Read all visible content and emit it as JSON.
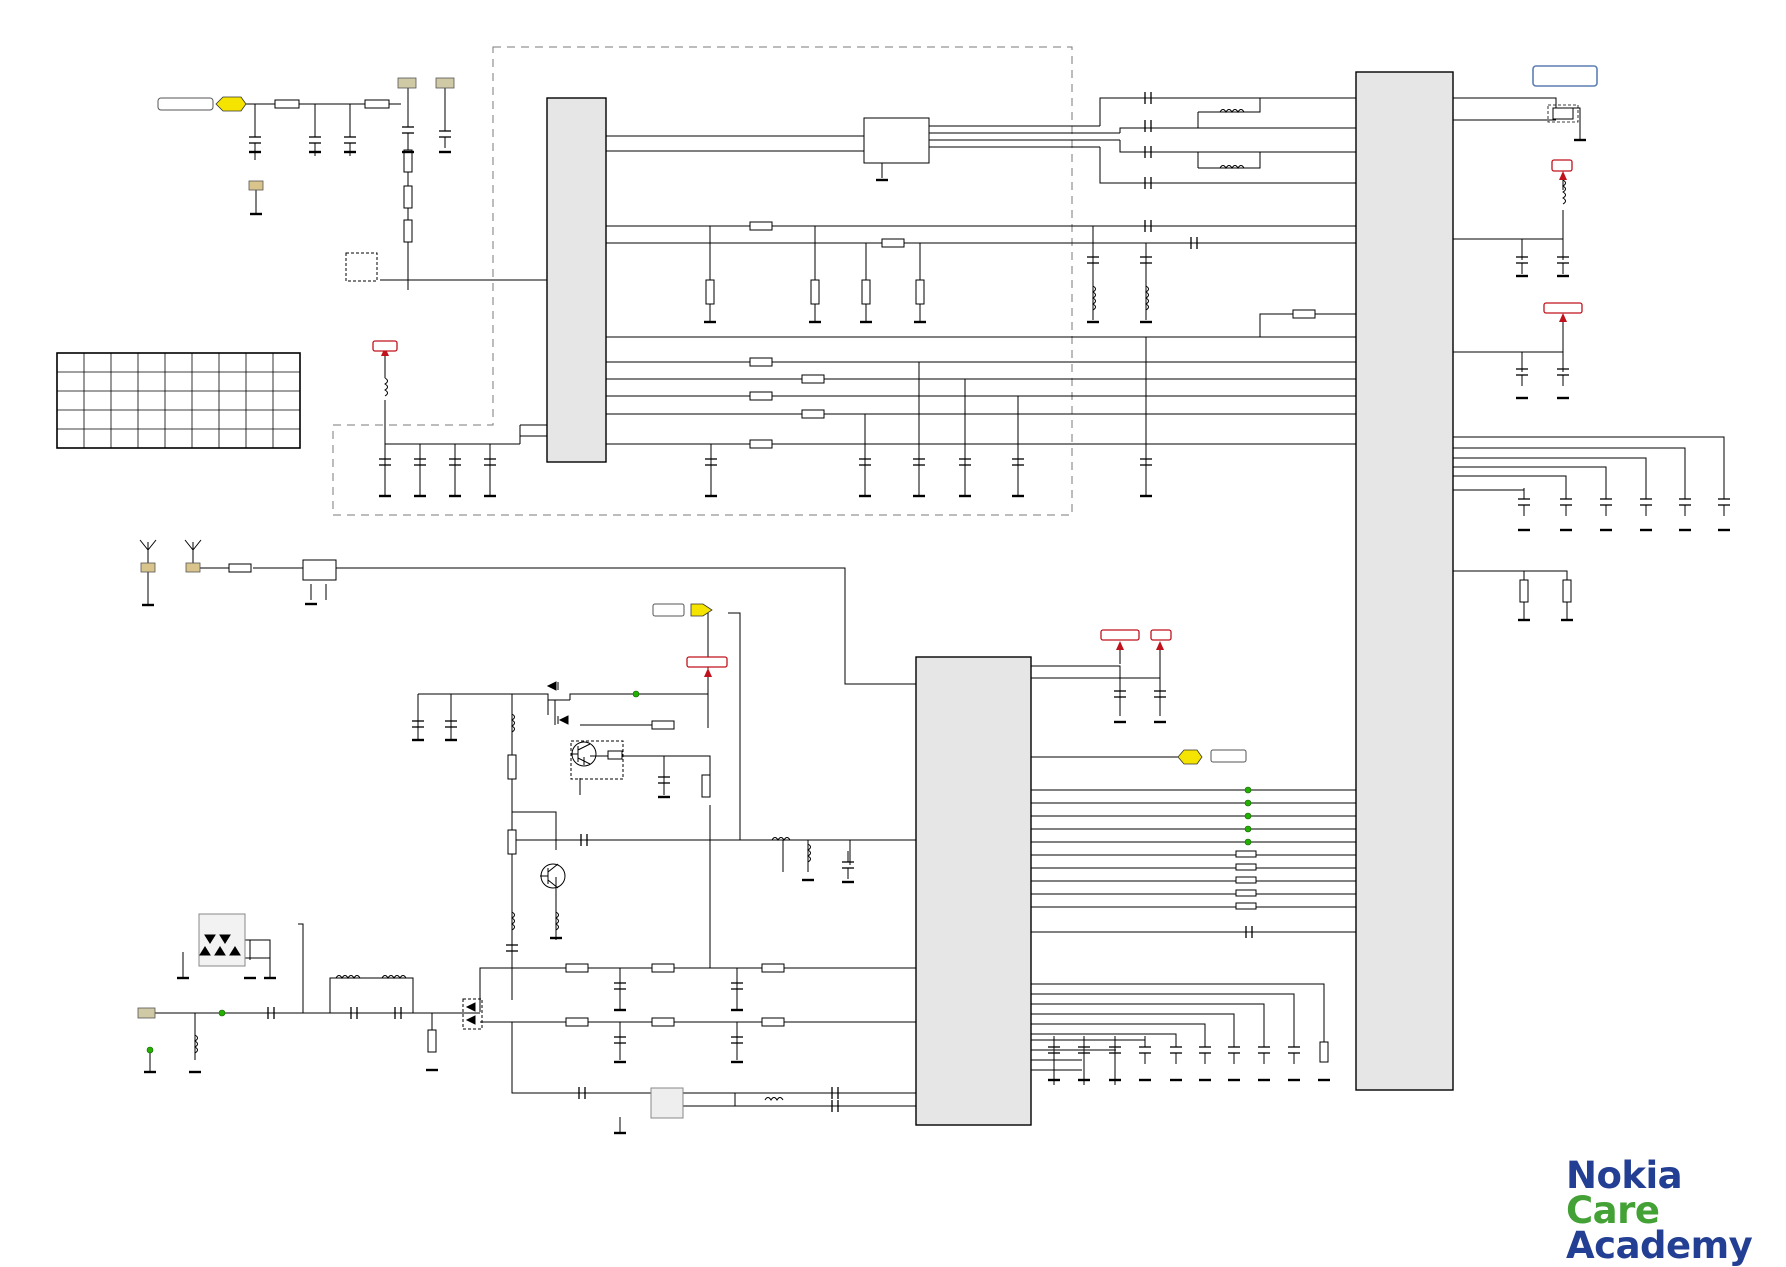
{
  "branding": {
    "word1": "Nokia",
    "word2": "Care",
    "word3": "Academy",
    "colors": {
      "primary": "#233f94",
      "accent": "#44a135"
    }
  },
  "schematic": {
    "colors": {
      "wire": "#000000",
      "dashed_block": "#7a7a7a",
      "ic_fill": "#e6e6e6",
      "supply_arrow": "#c0121c",
      "net_flag": "#f5e400",
      "testpoint": "#23b000",
      "connector": "#d9c48b"
    },
    "icons": [
      "antenna-icon",
      "ground-icon",
      "resistor-icon",
      "capacitor-icon",
      "inductor-icon",
      "diode-icon",
      "transistor-icon",
      "crystal-icon",
      "supply-arrow-icon",
      "net-flag-icon",
      "connector-icon"
    ]
  }
}
